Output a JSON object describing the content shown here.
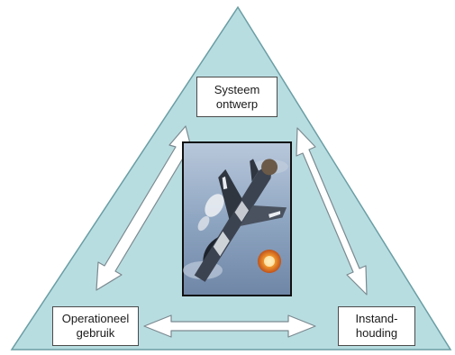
{
  "diagram": {
    "nodes": {
      "top": {
        "line1": "Systeem",
        "line2": "ontwerp"
      },
      "left": {
        "line1": "Operationeel",
        "line2": "gebruik"
      },
      "right": {
        "line1": "Instand-",
        "line2": "houding"
      }
    },
    "colors": {
      "triangle_fill": "#b8dde1",
      "triangle_stroke": "#6a9ea4",
      "arrow_fill": "#ffffff",
      "arrow_stroke": "#7a8a90"
    }
  }
}
